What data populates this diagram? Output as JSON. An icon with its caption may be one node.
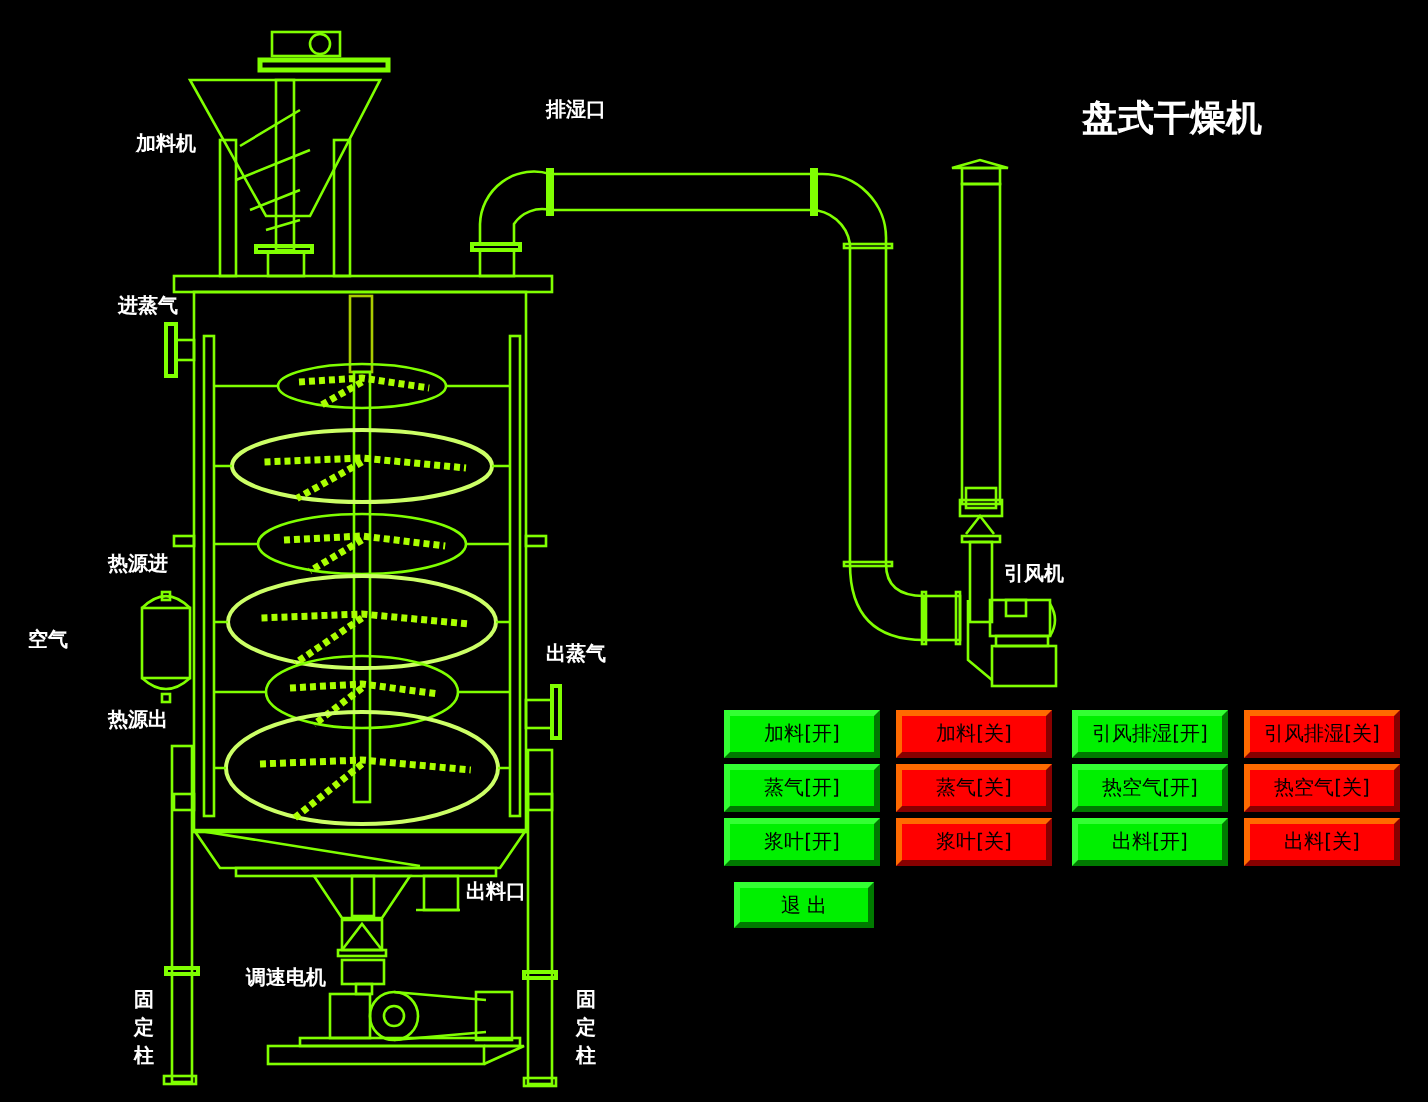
{
  "diagram": {
    "title": "盘式干燥机",
    "nodes": [
      {
        "text": [
          "加料[开]"
        ]
      },
      {
        "text": [
          "加料[关]"
        ]
      },
      {
        "text": [
          "引风排湿[开]"
        ]
      },
      {
        "text": [
          "引风排湿[关]"
        ]
      },
      {
        "text": [
          "蒸气[开]"
        ]
      },
      {
        "text": [
          "蒸气[关]"
        ]
      },
      {
        "text": [
          "热空气[开]"
        ]
      },
      {
        "text": [
          "热空气[关]"
        ]
      },
      {
        "text": [
          "浆叶[开]"
        ]
      },
      {
        "text": [
          "浆叶[关]"
        ]
      },
      {
        "text": [
          "出料[开]"
        ]
      },
      {
        "text": [
          "出料[关]"
        ]
      },
      {
        "text": [
          "退 出"
        ]
      }
    ],
    "labels": [
      "加料机",
      "排湿口",
      "进蒸气",
      "热源进",
      "空气",
      "出蒸气",
      "热源出",
      "出料口",
      "调速电机",
      "固定柱",
      "固定柱",
      "引风机"
    ]
  }
}
